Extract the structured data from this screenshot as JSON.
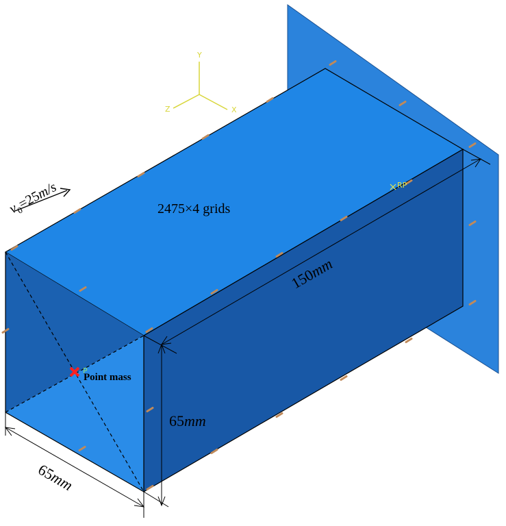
{
  "colors": {
    "background": "#ffffff",
    "wall_face": "#2b83dc",
    "top_face": "#1f86e6",
    "right_face": "#1858a6",
    "front_right_face": "#2a8ce8",
    "front_left_face": "#1b61b1",
    "axis": "#d8d63a",
    "point_mass": "#ff2020",
    "node_marker": "#c08a5a"
  },
  "triad": {
    "x": "X",
    "y": "Y",
    "z": "Z"
  },
  "labels": {
    "velocity": "v0=25m/s",
    "velocity_base": "v",
    "velocity_sub": "0",
    "velocity_rest": "=25",
    "velocity_unit": "m/s",
    "grids": "2475×4 grids",
    "length_num": "150",
    "length_unit": "mm",
    "height_num": "65",
    "height_unit": "mm",
    "width_num": "65",
    "width_unit": "mm",
    "point_mass": "Point mass",
    "rp_right": "RP",
    "rp_left": "P"
  }
}
